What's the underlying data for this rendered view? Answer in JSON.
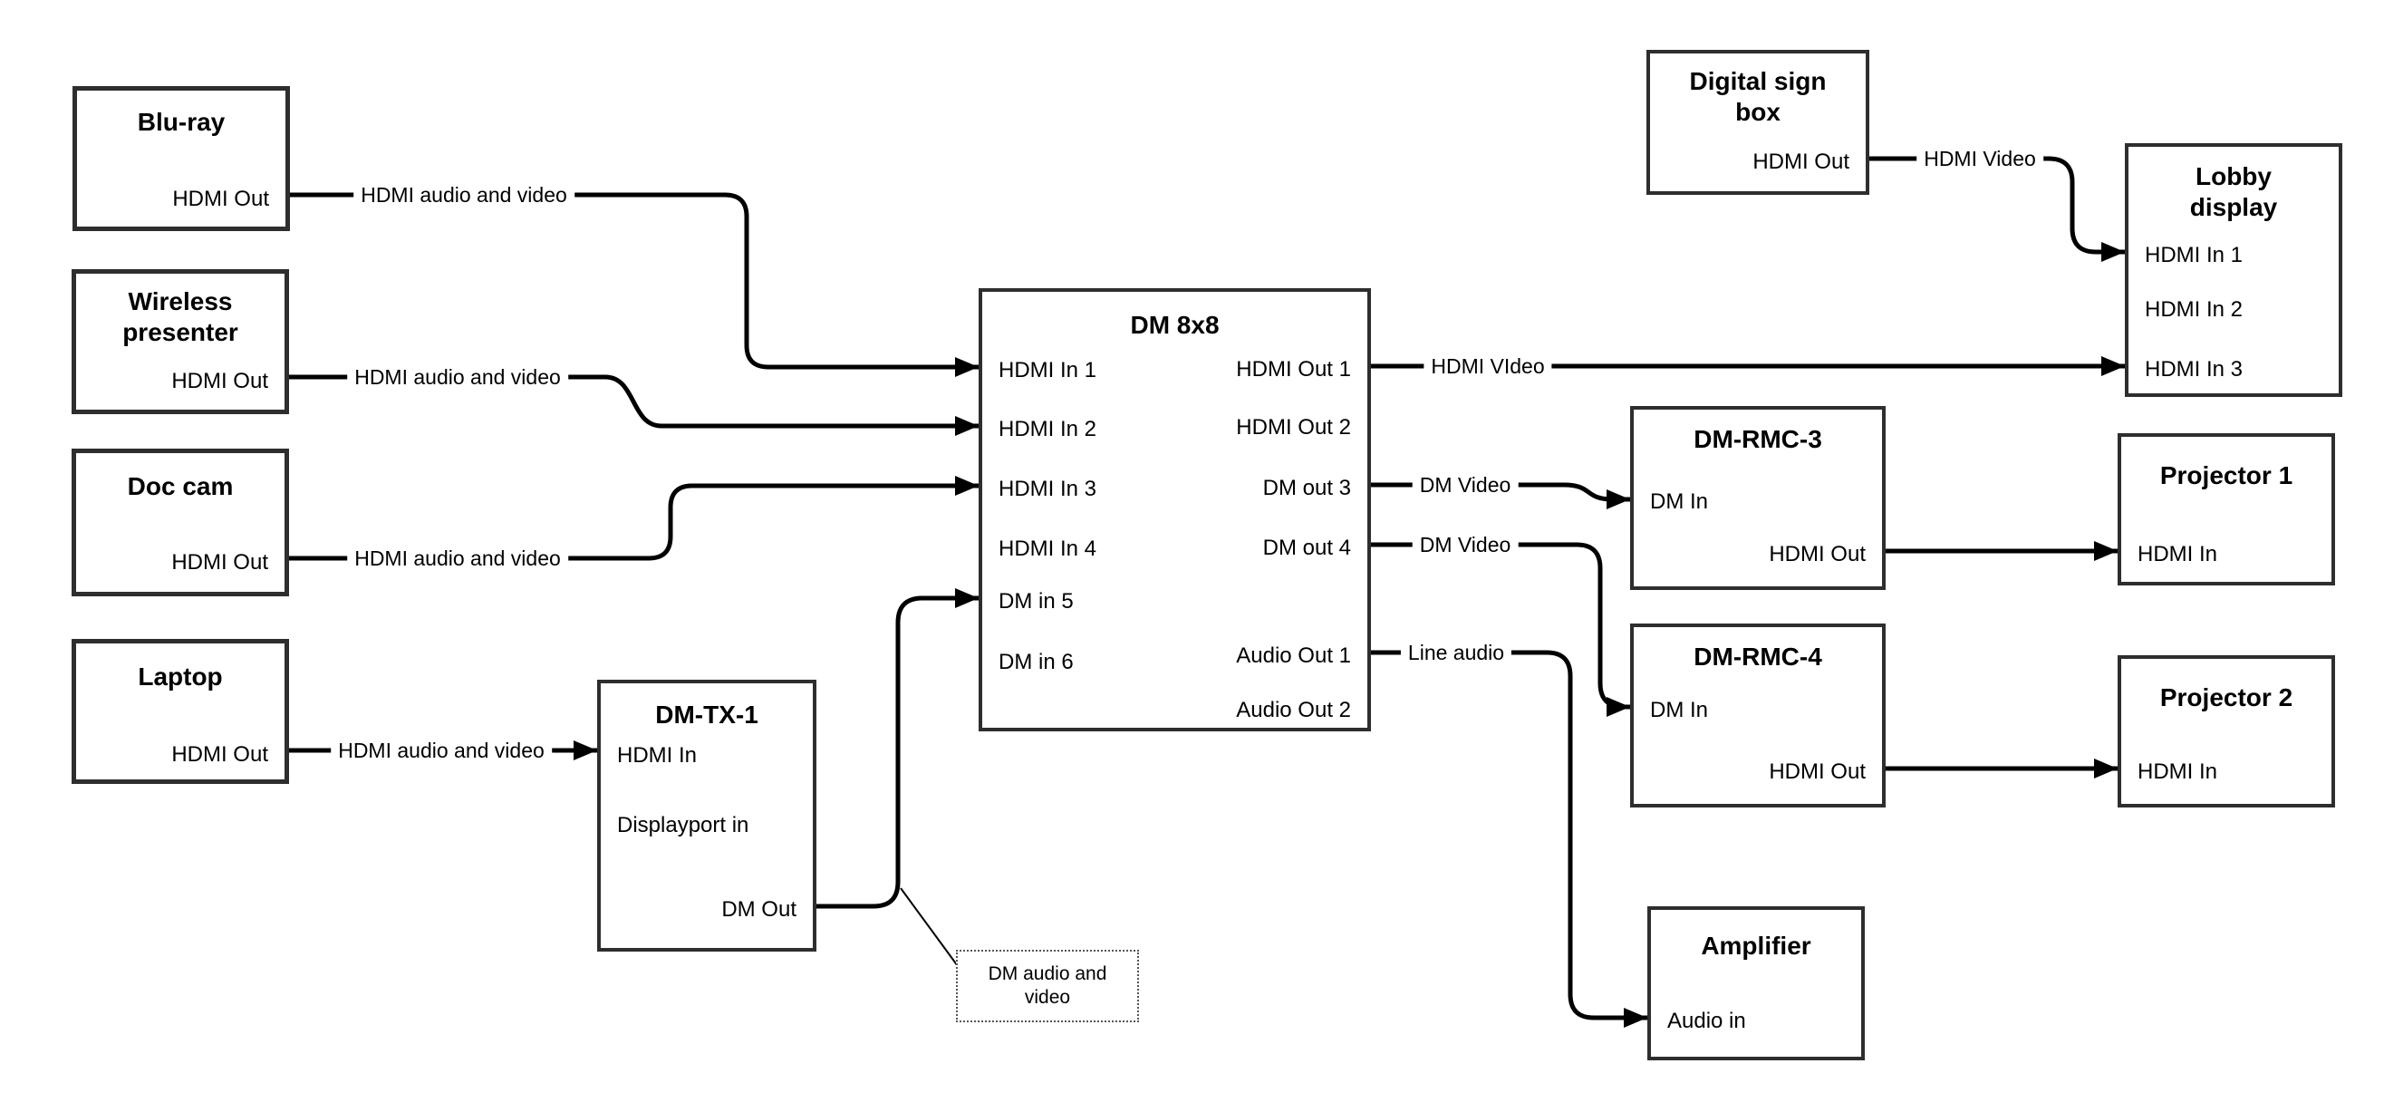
{
  "canvas": {
    "background": "#ffffff",
    "wire_color": "#000000",
    "box_border_color": "#2e2e2e",
    "text_color": "#000000"
  },
  "nodes": {
    "bluray": {
      "title": "Blu-ray",
      "ports": {
        "hdmi_out": "HDMI Out"
      }
    },
    "wireless": {
      "title": "Wireless\npresenter",
      "ports": {
        "hdmi_out": "HDMI Out"
      }
    },
    "doccam": {
      "title": "Doc cam",
      "ports": {
        "hdmi_out": "HDMI Out"
      }
    },
    "laptop": {
      "title": "Laptop",
      "ports": {
        "hdmi_out": "HDMI Out"
      }
    },
    "dmtx1": {
      "title": "DM-TX-1",
      "ports": {
        "hdmi_in": "HDMI In",
        "dp_in": "Displayport in",
        "dm_out": "DM Out"
      }
    },
    "dm8x8": {
      "title": "DM 8x8",
      "ports": {
        "in1": "HDMI In 1",
        "in2": "HDMI In 2",
        "in3": "HDMI In 3",
        "in4": "HDMI In 4",
        "in5": "DM in 5",
        "in6": "DM in 6",
        "out1": "HDMI Out 1",
        "out2": "HDMI Out 2",
        "out3": "DM out 3",
        "out4": "DM out 4",
        "aout1": "Audio Out 1",
        "aout2": "Audio Out 2"
      }
    },
    "signbox": {
      "title": "Digital sign\nbox",
      "ports": {
        "hdmi_out": "HDMI Out"
      }
    },
    "lobby": {
      "title": "Lobby\ndisplay",
      "ports": {
        "in1": "HDMI In 1",
        "in2": "HDMI In 2",
        "in3": "HDMI In 3"
      }
    },
    "rmc3": {
      "title": "DM-RMC-3",
      "ports": {
        "dm_in": "DM In",
        "hdmi_out": "HDMI Out"
      }
    },
    "proj1": {
      "title": "Projector 1",
      "ports": {
        "hdmi_in": "HDMI In"
      }
    },
    "rmc4": {
      "title": "DM-RMC-4",
      "ports": {
        "dm_in": "DM In",
        "hdmi_out": "HDMI Out"
      }
    },
    "proj2": {
      "title": "Projector 2",
      "ports": {
        "hdmi_in": "HDMI In"
      }
    },
    "amp": {
      "title": "Amplifier",
      "ports": {
        "audio_in": "Audio in"
      }
    }
  },
  "edge_labels": {
    "bluray_dm8x8": "HDMI audio and video",
    "wireless_dm8x8": "HDMI audio and video",
    "doccam_dm8x8": "HDMI audio and video",
    "laptop_dmtx1": "HDMI audio and video",
    "dm8x8_lobby": "HDMI VIdeo",
    "signbox_lobby": "HDMI Video",
    "dm8x8_rmc3": "DM Video",
    "dm8x8_rmc4": "DM Video",
    "dm8x8_amp": "Line audio"
  },
  "callout": {
    "text": "DM audio and\nvideo"
  }
}
